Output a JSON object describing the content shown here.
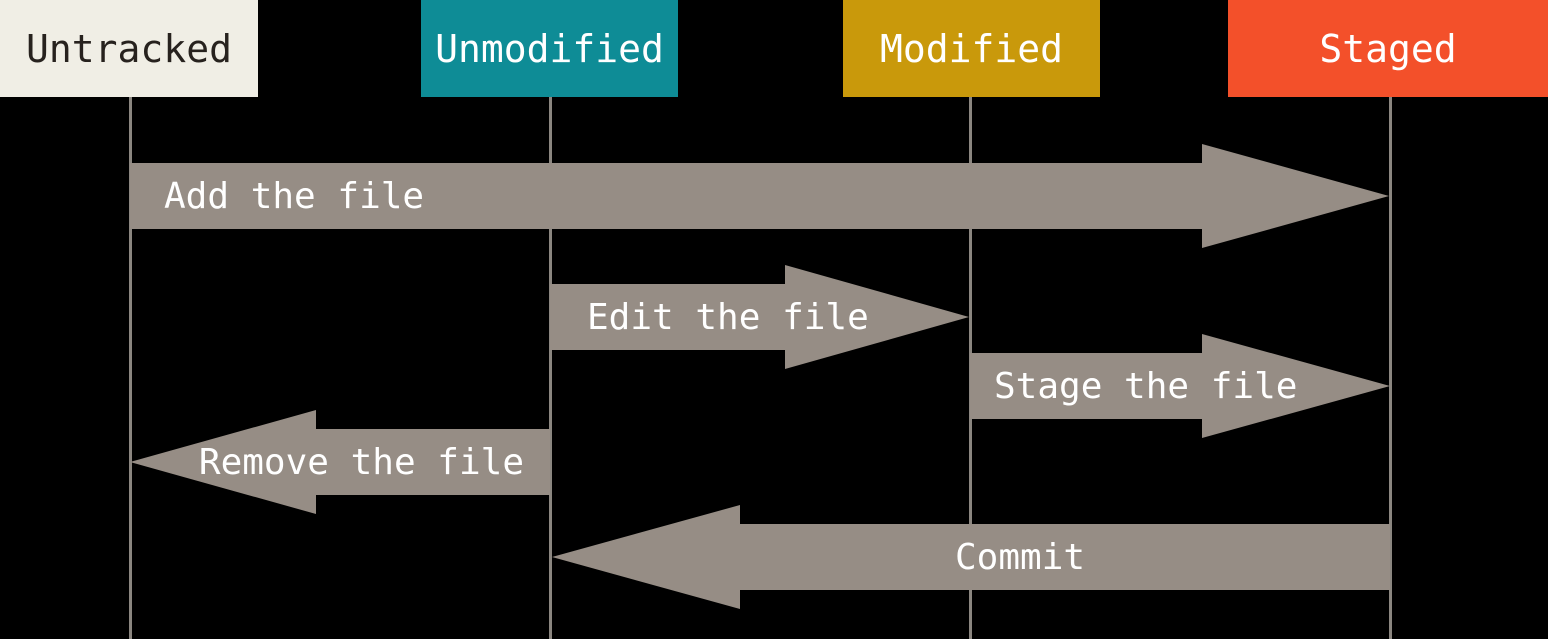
{
  "diagram": {
    "states": [
      {
        "label": "Untracked",
        "color": "#f0eee5",
        "text_color": "#27221e"
      },
      {
        "label": "Unmodified",
        "color": "#0e8c96",
        "text_color": "#ffffff"
      },
      {
        "label": "Modified",
        "color": "#c9990b",
        "text_color": "#ffffff"
      },
      {
        "label": "Staged",
        "color": "#f3502a",
        "text_color": "#ffffff"
      }
    ],
    "transitions": [
      {
        "label": "Add the file",
        "from": "Untracked",
        "to": "Staged",
        "direction": "right"
      },
      {
        "label": "Edit the file",
        "from": "Unmodified",
        "to": "Modified",
        "direction": "right"
      },
      {
        "label": "Stage the file",
        "from": "Modified",
        "to": "Staged",
        "direction": "right"
      },
      {
        "label": "Remove the file",
        "from": "Unmodified",
        "to": "Untracked",
        "direction": "left"
      },
      {
        "label": "Commit",
        "from": "Staged",
        "to": "Unmodified",
        "direction": "left"
      }
    ],
    "colors": {
      "background": "#000000",
      "arrow": "#968d85",
      "lifeline": "#8b8680",
      "arrow_label_text": "#ffffff"
    }
  }
}
